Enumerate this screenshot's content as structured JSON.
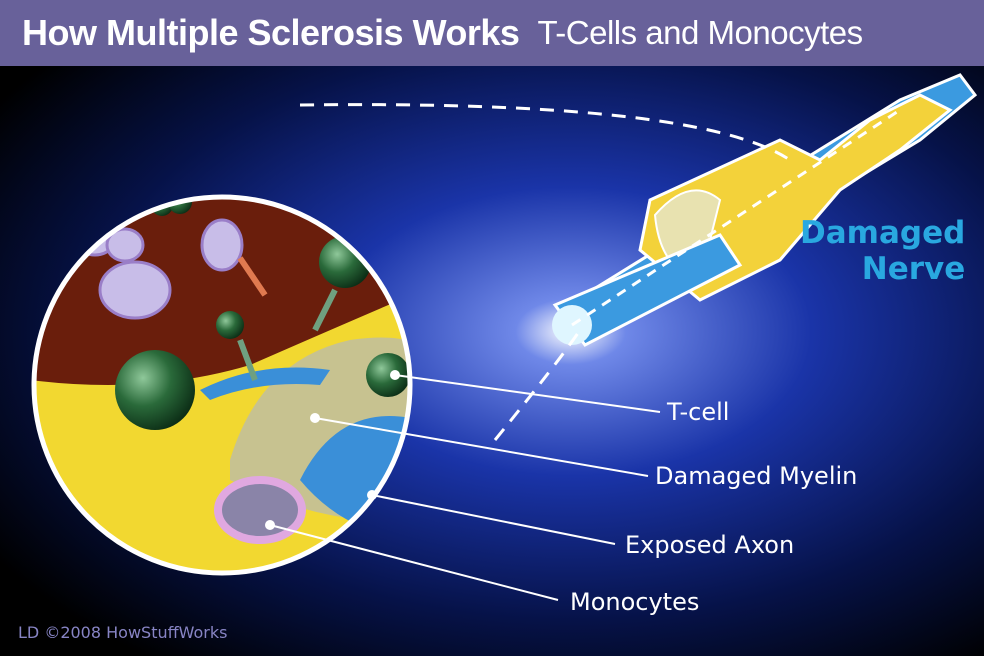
{
  "header": {
    "title": "How Multiple Sclerosis Works",
    "subtitle": "T-Cells and Monocytes"
  },
  "nerve_label": {
    "line1": "Damaged",
    "line2": "Nerve"
  },
  "labels": {
    "tcell": "T-cell",
    "myelin": "Damaged Myelin",
    "axon": "Exposed Axon",
    "monocytes": "Monocytes"
  },
  "credit": "LD ©2008 HowStuffWorks",
  "colors": {
    "header": "#68619a",
    "nerve_label": "#29a8e0",
    "myelin": "#f0d430",
    "axon": "#3a8fd8"
  }
}
